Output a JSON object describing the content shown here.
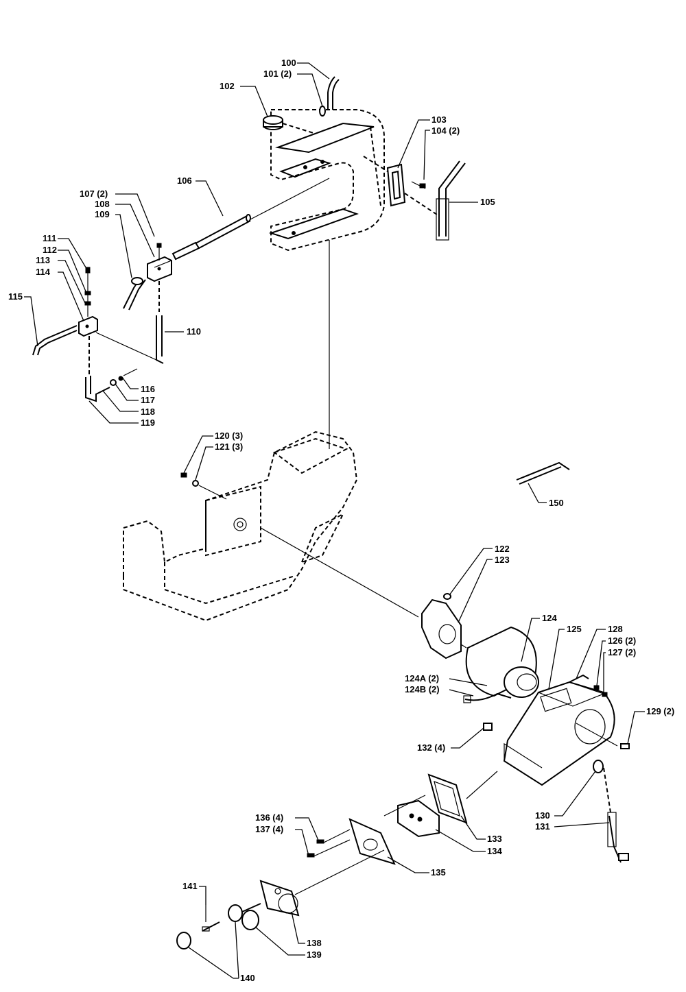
{
  "labels": {
    "p100": "100",
    "p101": "101 (2)",
    "p102": "102",
    "p103": "103",
    "p104": "104 (2)",
    "p105": "105",
    "p106": "106",
    "p107": "107 (2)",
    "p108": "108",
    "p109": "109",
    "p110": "110",
    "p111": "111",
    "p112": "112",
    "p113": "113",
    "p114": "114",
    "p115": "115",
    "p116": "116",
    "p117": "117",
    "p118": "118",
    "p119": "119",
    "p120": "120 (3)",
    "p121": "121 (3)",
    "p122": "122",
    "p123": "123",
    "p124": "124",
    "p124a": "124A (2)",
    "p124b": "124B (2)",
    "p125": "125",
    "p126": "126 (2)",
    "p127": "127 (2)",
    "p128": "128",
    "p129": "129 (2)",
    "p130": "130",
    "p131": "131",
    "p132": "132 (4)",
    "p133": "133",
    "p134": "134",
    "p135": "135",
    "p136": "136 (4)",
    "p137": "137 (4)",
    "p138": "138",
    "p139": "139",
    "p140": "140",
    "p141": "141",
    "p150": "150"
  }
}
